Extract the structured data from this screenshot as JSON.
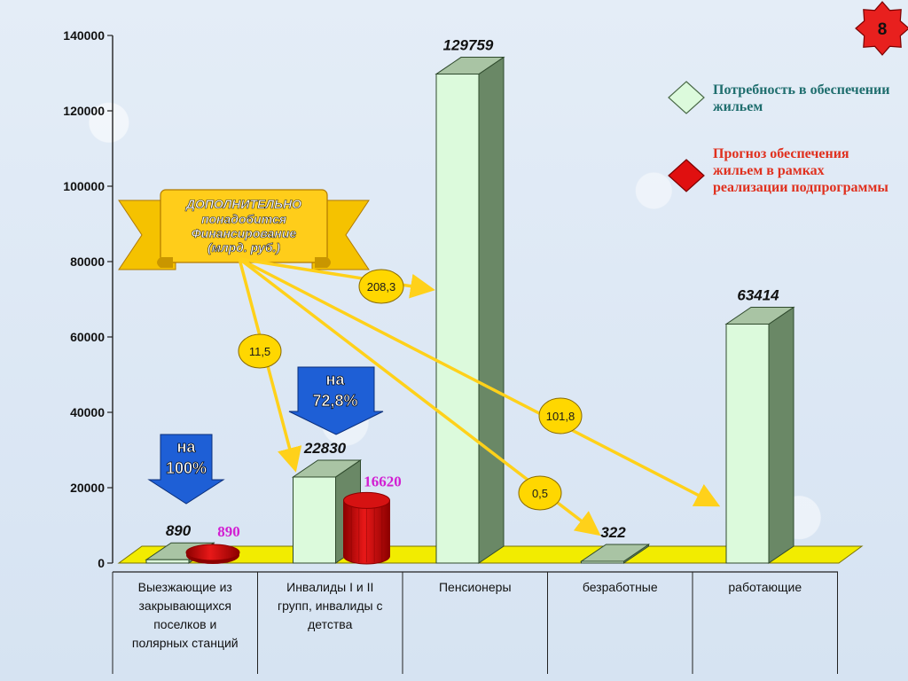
{
  "slide_number": "8",
  "colors": {
    "need_front": "#dcfadc",
    "need_side": "#6a8866",
    "need_top": "#a9c4a4",
    "forecast": "#e01010",
    "forecast_dark": "#8c0000",
    "floor": "#f2ec00",
    "banner": "#f5c200",
    "callout": "#ffd700",
    "arrow": "#ffd11a",
    "callout_blue": "#1e5fd6",
    "magenta": "#d21ed2"
  },
  "banner": {
    "line1": "ДОПОЛНИТЕЛЬНО",
    "line2": "понадобится",
    "line3": "Финансирование",
    "line4": "(млрд. руб.)"
  },
  "arrow_labels": [
    "208,3",
    "11,5",
    "101,8",
    "0,5"
  ],
  "blue_callouts": [
    {
      "line1": "на",
      "line2": "100%"
    },
    {
      "line1": "на",
      "line2": "72,8%"
    }
  ],
  "legend": [
    {
      "label": "Потребность в обеспечении жильем"
    },
    {
      "label": "Прогноз обеспечения жильем в рамках реализации подпрограммы"
    }
  ],
  "chart_data": {
    "type": "bar",
    "categories": [
      "Выезжающие из закрывающихся поселков и полярных станций",
      "Инвалиды I и II групп, инвалиды с детства",
      "Пенсионеры",
      "безработные",
      "работающие"
    ],
    "category_lines": [
      [
        "Выезжающие из",
        "закрывающихся",
        "поселков и",
        "полярных станций"
      ],
      [
        "Инвалиды I и II",
        "групп, инвалиды с",
        "детства"
      ],
      [
        "Пенсионеры"
      ],
      [
        "безработные"
      ],
      [
        "работающие"
      ]
    ],
    "series": [
      {
        "name": "Потребность в обеспечении жильем",
        "values": [
          890,
          22830,
          129759,
          322,
          63414
        ]
      },
      {
        "name": "Прогноз обеспечения жильем в рамках реализации подпрограммы",
        "values": [
          890,
          16620,
          null,
          null,
          null
        ]
      }
    ],
    "data_labels": [
      [
        "890",
        "22830",
        "129759",
        "322",
        "63414"
      ],
      [
        "890",
        "16620",
        null,
        null,
        null
      ]
    ],
    "ylim": [
      0,
      140000
    ],
    "yticks": [
      0,
      20000,
      40000,
      60000,
      80000,
      100000,
      120000,
      140000
    ],
    "ytick_labels": [
      "0",
      "20000",
      "40000",
      "60000",
      "80000",
      "100000",
      "120000",
      "140000"
    ],
    "legend_position": "right"
  }
}
